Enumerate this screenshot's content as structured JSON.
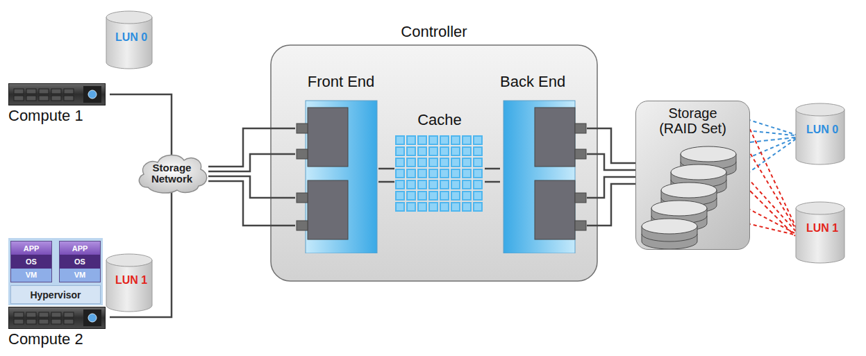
{
  "diagram": {
    "nodes": [
      {
        "text": [
          "LUN 0"
        ]
      },
      {
        "text": [
          "Compute 1"
        ]
      },
      {
        "text": [
          "Storage Network"
        ]
      },
      {
        "text": [
          "APP",
          "OS",
          "VM"
        ]
      },
      {
        "text": [
          "APP",
          "OS",
          "VM"
        ]
      },
      {
        "text": [
          "Hypervisor"
        ]
      },
      {
        "text": [
          "Compute 2"
        ]
      },
      {
        "text": [
          "LUN 1"
        ]
      },
      {
        "text": [
          "Controller"
        ]
      },
      {
        "text": [
          "Front End"
        ],
        "in": 8
      },
      {
        "text": [
          "Cache"
        ],
        "in": 8
      },
      {
        "text": [
          "Back End"
        ],
        "in": 8
      },
      {
        "text": [
          "Storage (RAID Set)"
        ]
      },
      {
        "text": [
          "LUN 0"
        ]
      },
      {
        "text": [
          "LUN 1"
        ]
      }
    ],
    "edges": [
      {
        "from": 1,
        "to": 2,
        "arrow": "none"
      },
      {
        "from": 6,
        "to": 2,
        "arrow": "none"
      },
      {
        "from": 2,
        "to": 9,
        "arrow": "none"
      },
      {
        "from": 2,
        "to": 9,
        "arrow": "none"
      },
      {
        "from": 2,
        "to": 9,
        "arrow": "none"
      },
      {
        "from": 2,
        "to": 9,
        "arrow": "none"
      },
      {
        "from": 9,
        "to": 10,
        "arrow": "none"
      },
      {
        "from": 9,
        "to": 10,
        "arrow": "none"
      },
      {
        "from": 10,
        "to": 11,
        "arrow": "none"
      },
      {
        "from": 10,
        "to": 11,
        "arrow": "none"
      },
      {
        "from": 11,
        "to": 12,
        "arrow": "none"
      },
      {
        "from": 11,
        "to": 12,
        "arrow": "none"
      },
      {
        "from": 11,
        "to": 12,
        "arrow": "none"
      },
      {
        "from": 11,
        "to": 12,
        "arrow": "none"
      },
      {
        "from": 12,
        "to": 13,
        "arrow": "none"
      },
      {
        "from": 12,
        "to": 14,
        "arrow": "none"
      }
    ]
  }
}
